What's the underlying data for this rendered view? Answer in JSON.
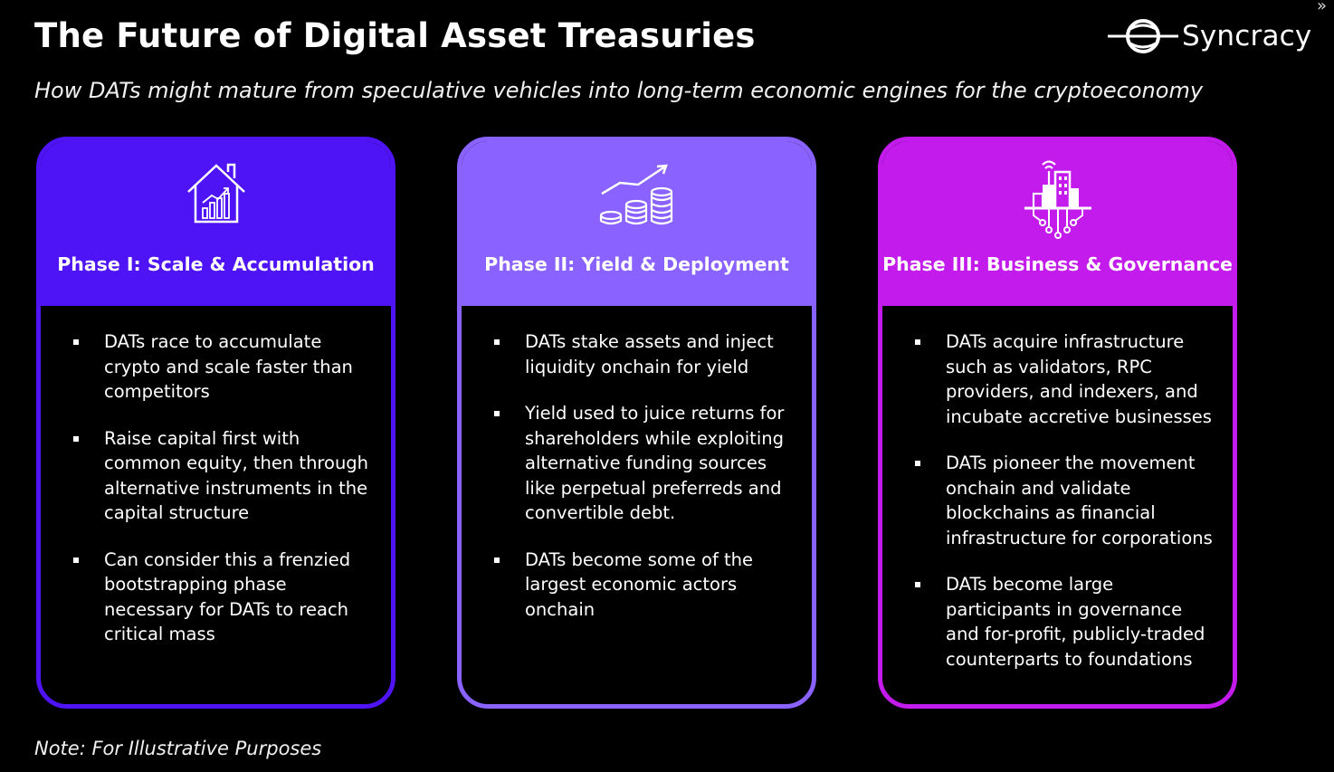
{
  "header": {
    "title": "The Future of Digital Asset Treasuries",
    "subtitle": "How DATs might mature from speculative vehicles into long-term economic engines for the cryptoeconomy",
    "logo_text": "Syncracy"
  },
  "phases": [
    {
      "title": "Phase I: Scale & Accumulation",
      "icon": "house-chart-icon",
      "color": "#4f14f5",
      "bullets": [
        "DATs race to accumulate crypto and scale faster than competitors",
        "Raise capital first with common equity, then through alternative instruments in the capital structure",
        "Can consider this a frenzied bootstrapping phase necessary for DATs to reach critical mass"
      ]
    },
    {
      "title": "Phase II: Yield & Deployment",
      "icon": "coins-growth-icon",
      "color": "#8a62ff",
      "bullets": [
        "DATs stake assets and inject liquidity onchain for yield",
        "Yield used to juice returns for shareholders while exploiting alternative funding sources like perpetual preferreds and convertible debt.",
        "DATs become some of the largest economic actors onchain"
      ]
    },
    {
      "title": "Phase III: Business & Governance",
      "icon": "smart-city-icon",
      "color": "#c21bec",
      "bullets": [
        "DATs acquire infrastructure such as validators, RPC providers, and indexers, and incubate accretive businesses",
        "DATs pioneer the movement onchain and validate blockchains as financial infrastructure for corporations",
        "DATs become large participants in governance and for-profit, publicly-traded counterparts to foundations"
      ]
    }
  ],
  "footer": {
    "note": "Note: For Illustrative Purposes"
  }
}
